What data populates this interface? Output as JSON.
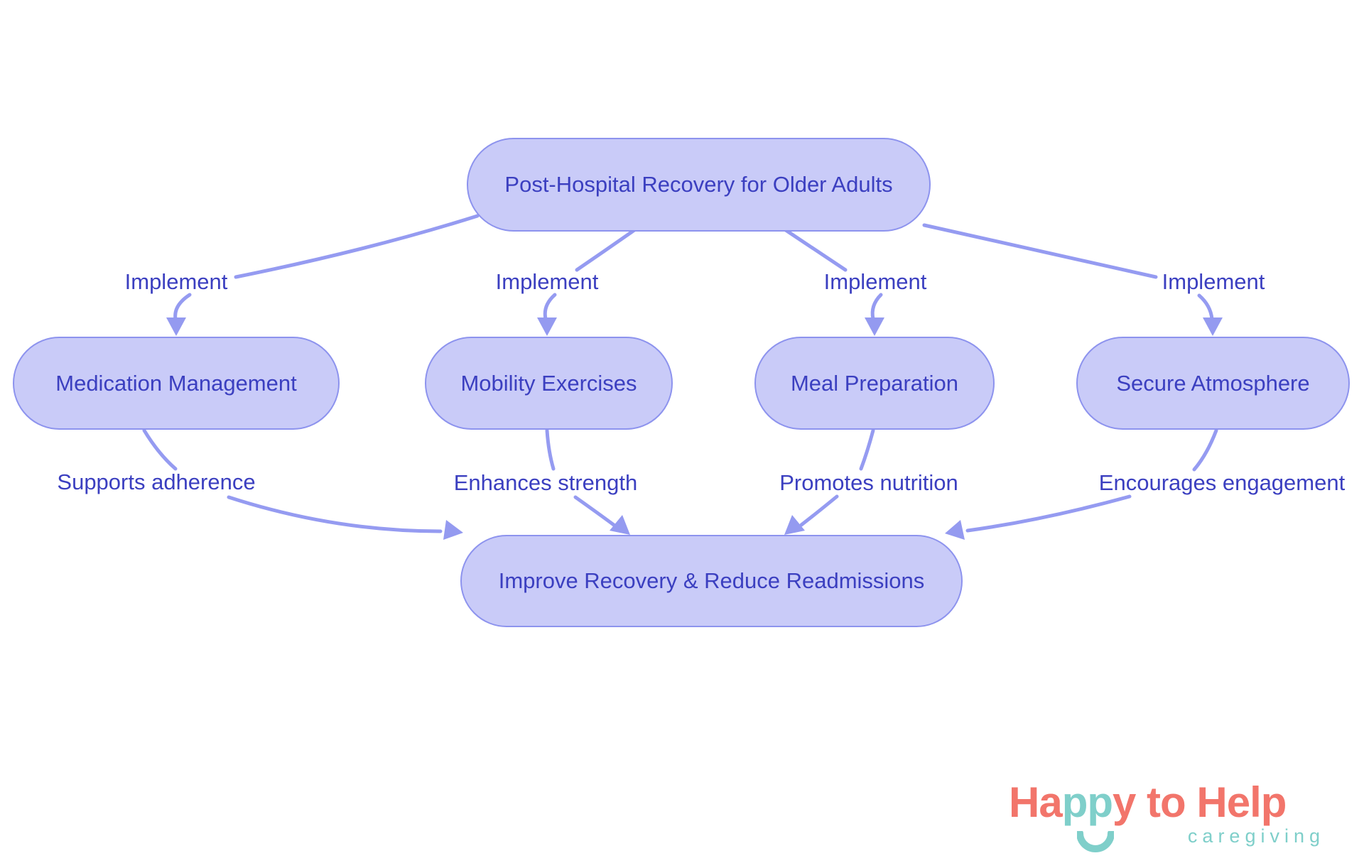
{
  "diagram": {
    "root": {
      "label": "Post-Hospital Recovery for Older Adults"
    },
    "branches": [
      {
        "name": "Medication Management",
        "in_label": "Implement",
        "out_label": "Supports adherence"
      },
      {
        "name": "Mobility Exercises",
        "in_label": "Implement",
        "out_label": "Enhances strength"
      },
      {
        "name": "Meal Preparation",
        "in_label": "Implement",
        "out_label": "Promotes nutrition"
      },
      {
        "name": "Secure Atmosphere",
        "in_label": "Implement",
        "out_label": "Encourages engagement"
      }
    ],
    "outcome": {
      "label": "Improve Recovery & Reduce Readmissions"
    }
  },
  "colors": {
    "background": "#ffffff",
    "node_fill": "#c9cbf8",
    "node_border": "#8d93ee",
    "edge_line": "#959bf1",
    "diagram_text": "#3b3fc0",
    "logo_coral": "#f2756b",
    "logo_teal": "#7fcfca"
  },
  "logo": {
    "part_ha": "Ha",
    "part_pp": "pp",
    "part_y": "y",
    "part_to": " to ",
    "part_help": "Help",
    "tagline": "caregiving"
  }
}
